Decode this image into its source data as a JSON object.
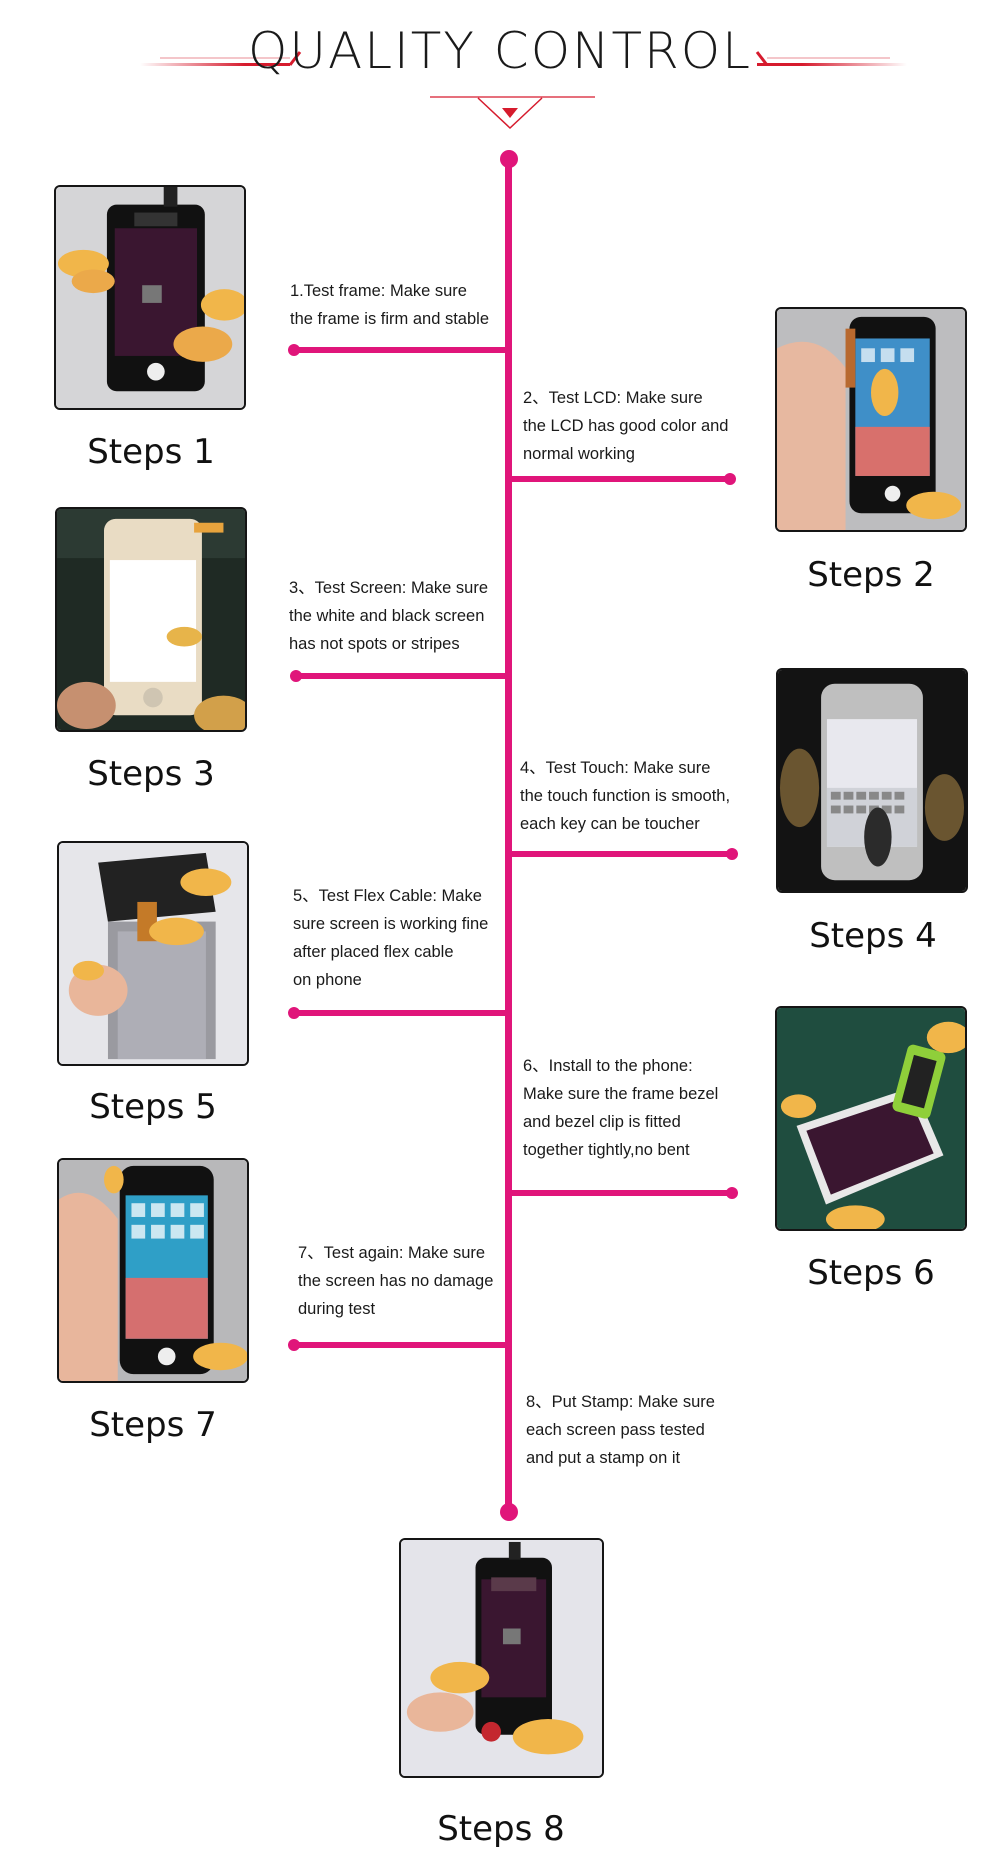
{
  "header": {
    "title": "QUALITY CONTROL"
  },
  "colors": {
    "accent": "#e0157a",
    "header_red": "#d61b2d"
  },
  "steps": [
    {
      "label": "Steps 1",
      "desc": "1.Test frame: Make sure\nthe frame is firm and stable"
    },
    {
      "label": "Steps 2",
      "desc": "2、Test LCD: Make sure\nthe LCD has good color and\nnormal working"
    },
    {
      "label": "Steps 3",
      "desc": "3、Test Screen: Make sure\nthe white and black screen\nhas not spots or stripes"
    },
    {
      "label": "Steps  4",
      "desc": "4、Test Touch: Make sure\nthe touch function is smooth,\neach key can be toucher"
    },
    {
      "label": "Steps 5",
      "desc": "5、Test Flex Cable: Make\nsure screen is working fine\nafter placed flex cable\non phone"
    },
    {
      "label": "Steps 6",
      "desc": "6、Install to the phone:\nMake sure the frame bezel\nand bezel clip is fitted\ntogether tightly,no bent"
    },
    {
      "label": "Steps 7",
      "desc": "7、Test again: Make sure\nthe screen has no damage\nduring test"
    },
    {
      "label": "Steps 8",
      "desc": "8、Put Stamp: Make sure\neach screen pass tested\nand put a stamp on it"
    }
  ]
}
